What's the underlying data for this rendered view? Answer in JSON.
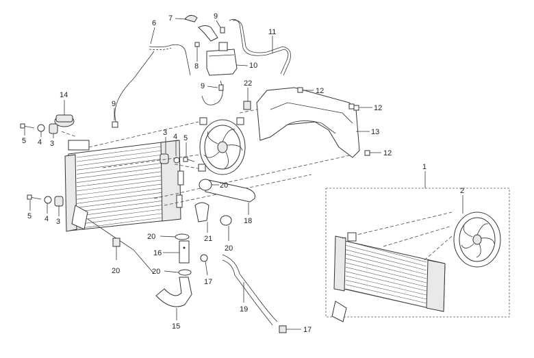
{
  "callouts": {
    "c1": "1",
    "c2": "2",
    "c3a": "3",
    "c3b": "3",
    "c3c": "3",
    "c4a": "4",
    "c4b": "4",
    "c4c": "4",
    "c5a": "5",
    "c5b": "5",
    "c5c": "5",
    "c6": "6",
    "c7": "7",
    "c8": "8",
    "c9a": "9",
    "c9b": "9",
    "c9c": "9",
    "c10": "10",
    "c11": "11",
    "c12a": "12",
    "c12b": "12",
    "c12c": "12",
    "c13": "13",
    "c14": "14",
    "c15": "15",
    "c16": "16",
    "c17a": "17",
    "c17b": "17",
    "c18": "18",
    "c19": "19",
    "c20a": "20",
    "c20b": "20",
    "c20c": "20",
    "c20d": "20",
    "c20e": "20",
    "c21": "21",
    "c22": "22"
  }
}
